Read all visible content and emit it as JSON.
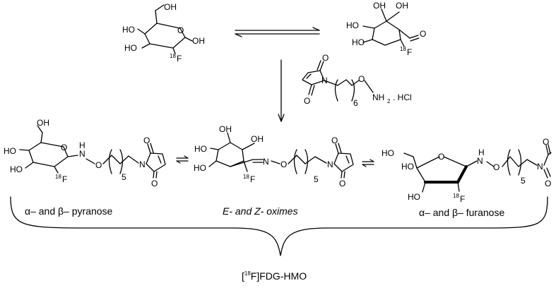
{
  "labels": {
    "ho": "HO",
    "oh": "OH",
    "o": "O",
    "f": "F",
    "mass": "18",
    "nh": "N",
    "h": "H",
    "n": "N",
    "nh2": "NH",
    "two": "2",
    "six": "6",
    "five": "5",
    "hcl": ". HCl"
  },
  "captions": {
    "pyranose": "α– and β– pyranose",
    "oximes": "E- and Z- oximes",
    "furanose": "α– and β– furanose",
    "product_prefix": "[",
    "product_mass": "18",
    "product_suffix": "F]FDG-HMO"
  }
}
